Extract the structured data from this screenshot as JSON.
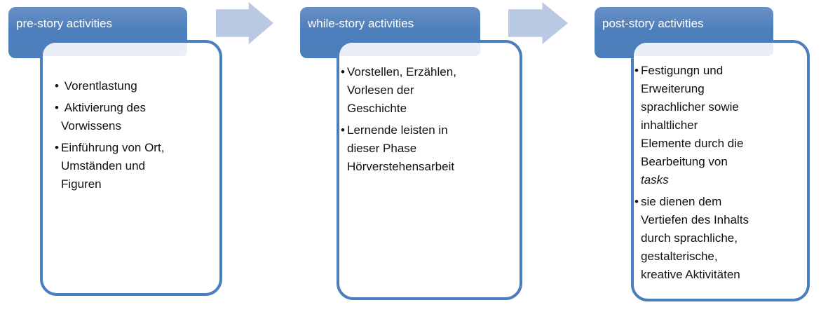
{
  "diagram": {
    "bullet_char": "•",
    "colors": {
      "header_blue": "#4d7fbc",
      "card_border_blue": "#4a7ebd",
      "band_light_blue": "#eaeff7",
      "arrow_light_blue": "#b9c9e3",
      "title_text": "#ffffff",
      "body_text": "#111111"
    },
    "boxes": [
      {
        "title": "pre-story activities",
        "items": [
          {
            "segments": [
              {
                "t": " Vorentlastung"
              }
            ]
          },
          {
            "segments": [
              {
                "t": " Aktivierung des\nVorwissens"
              }
            ]
          },
          {
            "segments": [
              {
                "t": "Einführung von Ort,\nUmständen und\nFiguren"
              }
            ]
          }
        ]
      },
      {
        "title": "while-story activities",
        "items": [
          {
            "segments": [
              {
                "t": "Vorstellen, Erzählen,\nVorlesen der\nGeschichte"
              }
            ]
          },
          {
            "segments": [
              {
                "t": "Lernende leisten in\ndieser Phase\nHörverstehensarbeit"
              }
            ]
          }
        ]
      },
      {
        "title": "post-story activities",
        "items": [
          {
            "segments": [
              {
                "t": "Festigungn und\nErweiterung\nsprachlicher sowie\ninhaltlicher\nElemente durch die\nBearbeitung von\n"
              },
              {
                "t": "tasks",
                "italic": true
              }
            ]
          },
          {
            "segments": [
              {
                "t": "sie dienen dem\nVertiefen des Inhalts\ndurch sprachliche,\ngestalterische,\nkreative Aktivitäten"
              }
            ]
          }
        ]
      }
    ]
  }
}
